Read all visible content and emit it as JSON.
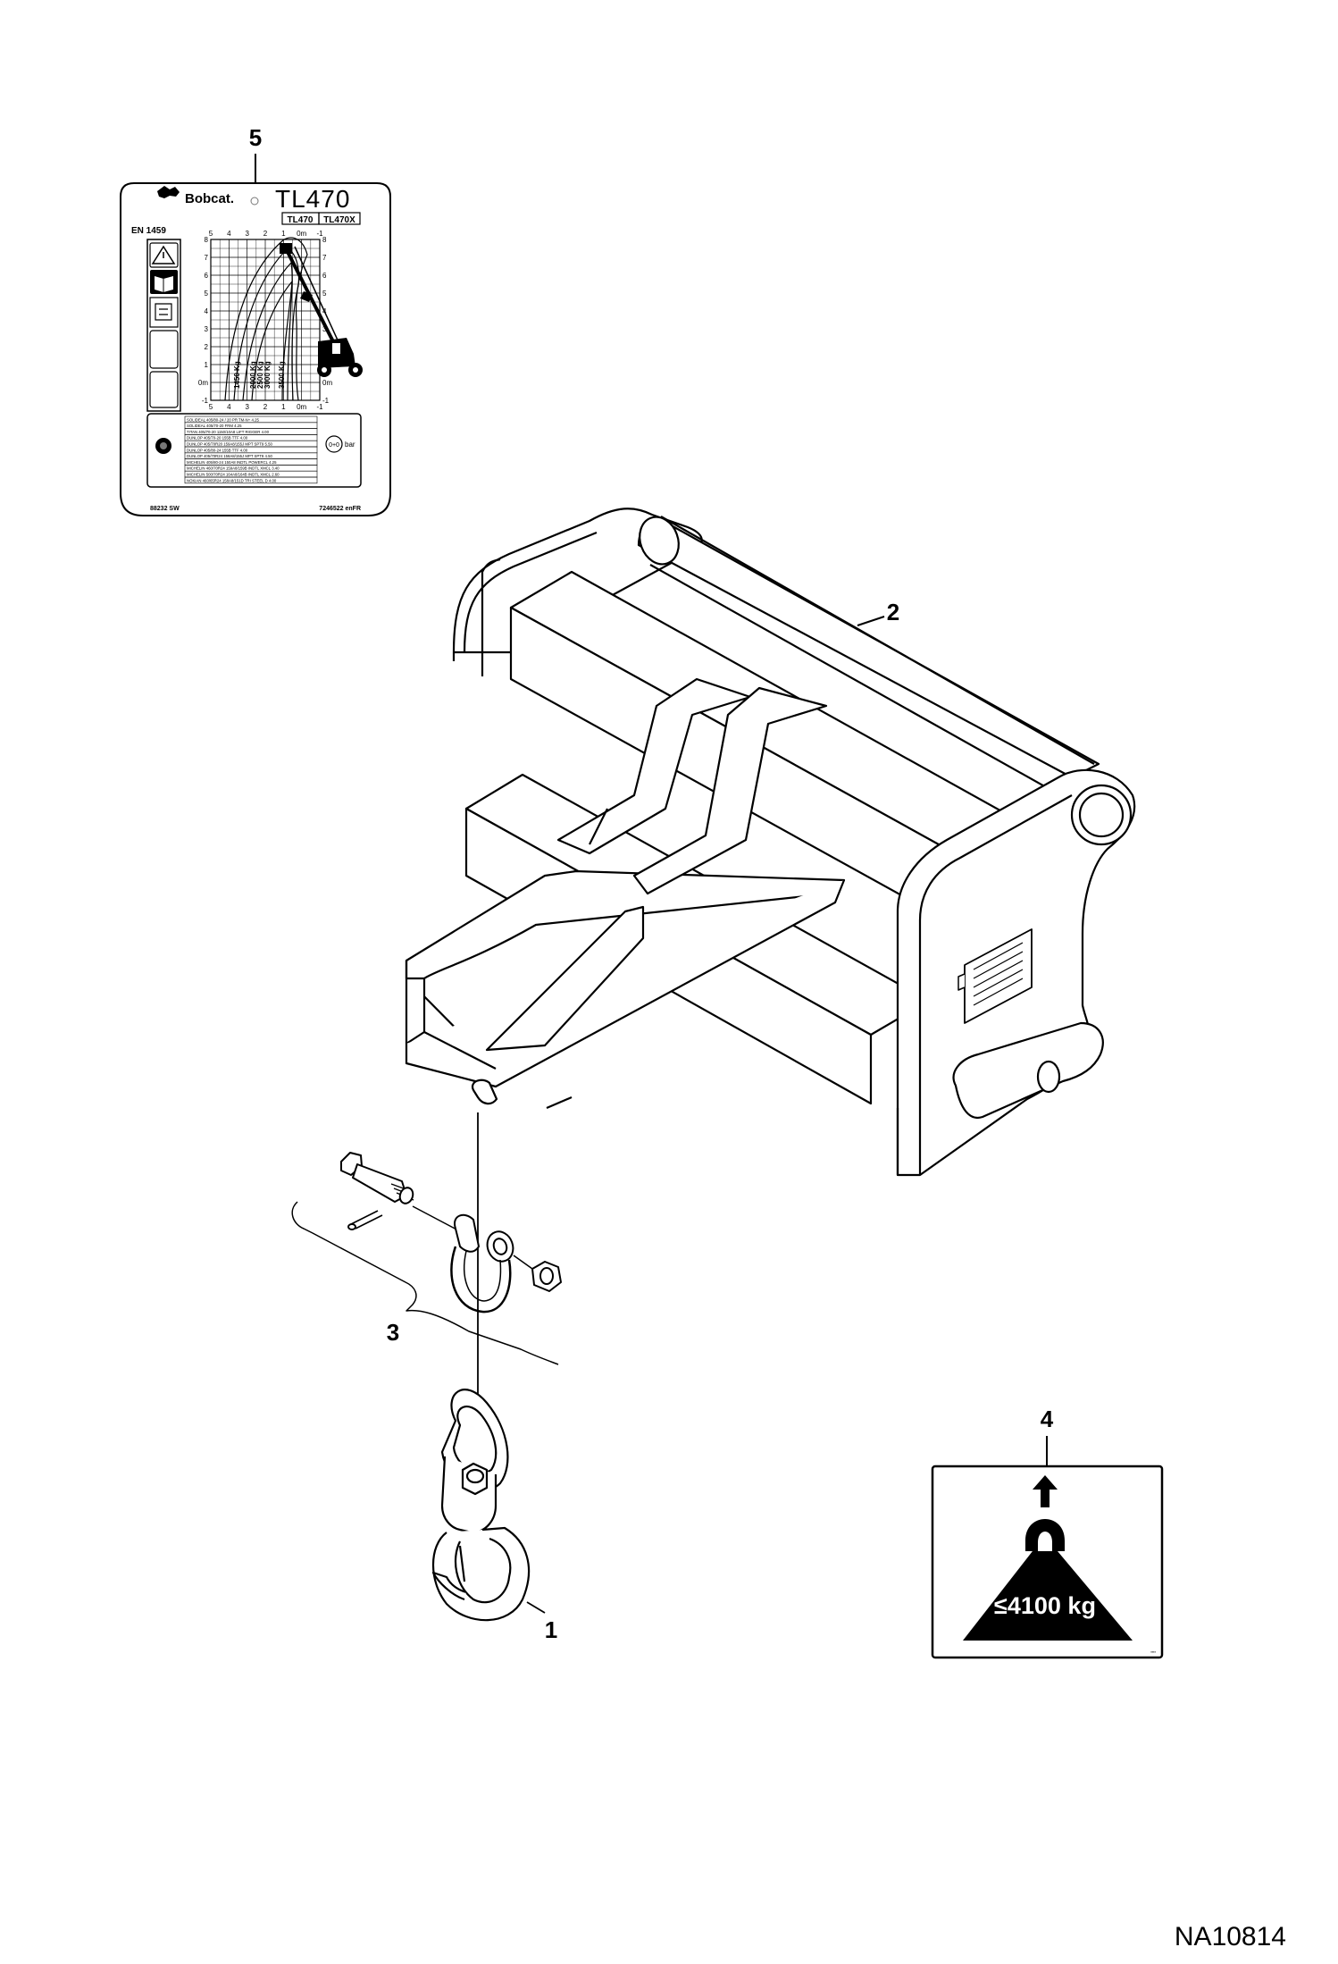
{
  "callouts": {
    "c1": "1",
    "c2": "2",
    "c3": "3",
    "c4": "4",
    "c5": "5"
  },
  "drawing_number": "NA10814",
  "decal_load_chart": {
    "brand": "Bobcat.",
    "model": "TL470",
    "variant_a": "TL470",
    "variant_b": "TL470X",
    "standard": "EN 1459",
    "x_ticks_top": [
      "5",
      "4",
      "3",
      "2",
      "1",
      "0m",
      "-1"
    ],
    "x_ticks_bottom": [
      "5",
      "4",
      "3",
      "2",
      "1",
      "0m",
      "-1"
    ],
    "y_ticks": [
      "8",
      "7",
      "6",
      "5",
      "4",
      "3",
      "2",
      "1",
      "0m",
      "-1"
    ],
    "load_curves": [
      "1450 Kg",
      "2000 Kg",
      "2500 Kg",
      "3000 Kg",
      "3500 Kg"
    ],
    "tire_pressure_label": "bar",
    "part_code_left": "88232 SW",
    "part_code_right": "7246522 enFR",
    "tire_rows": [
      "SOLIDEAL 405/80-24 / 20 PR  TM-N+     4.25",
      "SOLIDEAL 405/70-20  FRM      4.25",
      "TITAN  405/70-20  1150/10A8 LIFT RIGGER   4.00",
      "DUNLOP  405/70-20  155B TTF    4.00",
      "DUNLOP  405/70R20 159A8/155J MPT SPT9   5.50",
      "DUNLOP  405/80-24  155B  TTF   4.00",
      "DUNLOP  405/70R24 158A8/155J MPT SPT9   4.50",
      "MICHELIN 405/80-24  150A8  INDTL POWERCL   4.25",
      "MICHELIN 460/70R24 159A8/159B INDTL XMCL   3.40",
      "MICHELIN 500/70R24 164A8/164B INDTL XMCL   2.60",
      "NOKIAN 460/65R24  158A8/151D TRI STEEL D   4.00"
    ]
  },
  "decal_capacity": {
    "capacity_text": "≤4100 kg"
  },
  "icons": [
    "bobcat-logo-icon",
    "warning-triangle-icon",
    "manual-book-icon",
    "tire-icon",
    "pressure-gauge-icon",
    "lift-arrow-icon",
    "weight-icon"
  ]
}
